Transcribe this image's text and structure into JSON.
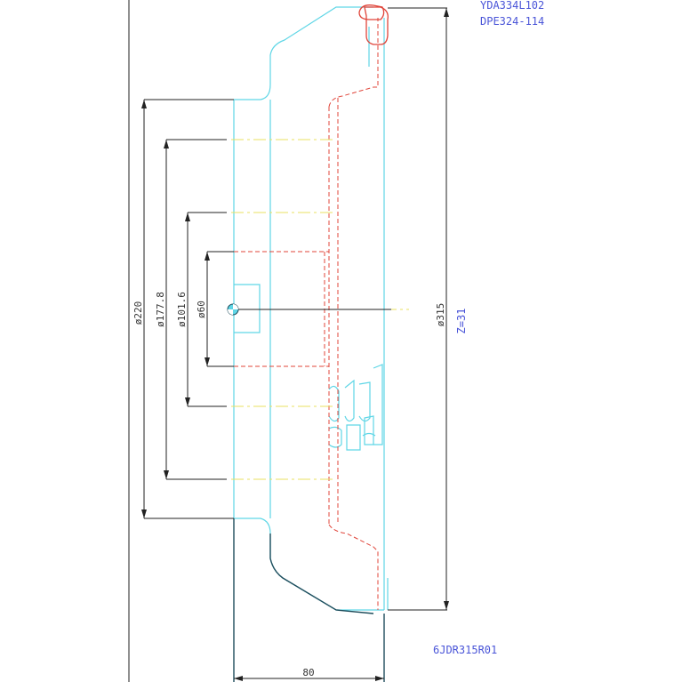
{
  "colors": {
    "cyan": "#5fd6e6",
    "red": "#e0453a",
    "yellow": "#e8e060",
    "dim": "#222222",
    "blue_text": "#4a55d8",
    "frame": "#222222",
    "dark_teal": "#1e4d5c"
  },
  "labels": {
    "part_code_1": "YDA334L102",
    "part_code_2": "DPE324-114",
    "teeth": "Z=31",
    "drawing_id": "6JDR315R01"
  },
  "dimensions": {
    "d220": "ø220",
    "d177": "ø177.8",
    "d101": "ø101.6",
    "d60": "ø60",
    "d315": "ø315",
    "width80": "80"
  },
  "icons": {
    "center": "center-point-icon"
  }
}
